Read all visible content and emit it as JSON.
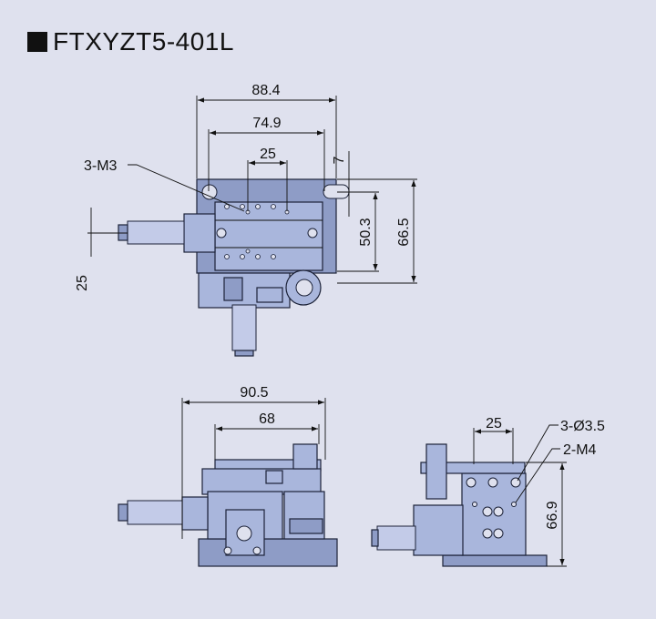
{
  "title": "FTXYZT5-401L",
  "top_view": {
    "dim_overall_width": "88.4",
    "dim_hole_pitch": "74.9",
    "dim_tapped_pitch": "25",
    "dim_slot": "7",
    "dim_slot_span": "50.3",
    "dim_depth": "66.5",
    "dim_micrometer_offset": "25",
    "callout_tapped": "3-M3"
  },
  "front_view": {
    "dim_base_width": "90.5",
    "dim_table_width": "68"
  },
  "side_view": {
    "dim_hole_pitch": "25",
    "dim_height": "66.9",
    "callout_holes": "3-Ø3.5",
    "callout_tapped": "2-M4"
  }
}
